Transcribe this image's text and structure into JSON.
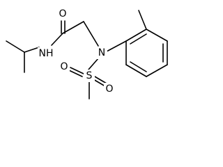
{
  "molecule": {
    "atoms": {
      "carbonyl_oxygen": "O",
      "amide_nitrogen": "NH",
      "sulfonamide_nitrogen": "N",
      "sulfur": "S",
      "sulfonyl_oxygen_left": "O",
      "sulfonyl_oxygen_right": "O"
    },
    "colors": {
      "bond": "#000000",
      "label": "#000000",
      "background": "#ffffff"
    }
  }
}
